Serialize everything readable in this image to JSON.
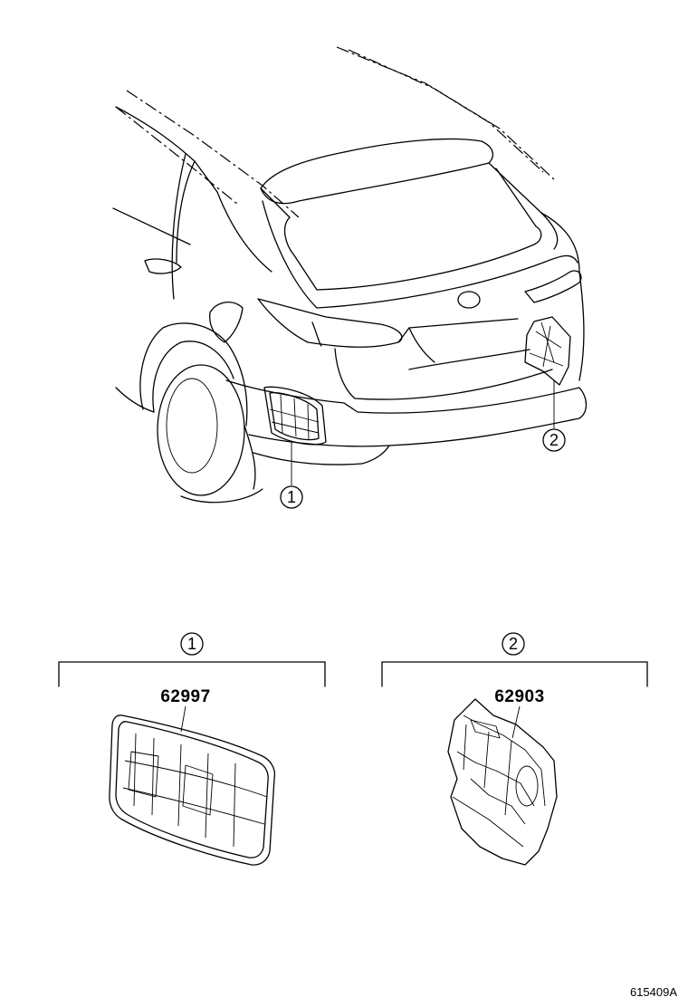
{
  "callouts": [
    {
      "label": "1"
    },
    {
      "label": "2"
    }
  ],
  "groups": [
    {
      "label": "1",
      "part_number": "62997"
    },
    {
      "label": "2",
      "part_number": "62903"
    }
  ],
  "illustration_code": "615409A",
  "colors": {
    "line": "#000000",
    "background": "#ffffff"
  }
}
